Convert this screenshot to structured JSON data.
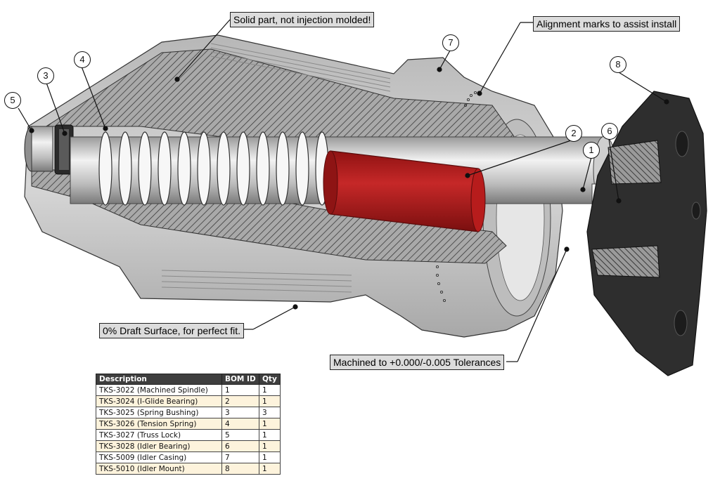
{
  "callouts": {
    "solid_part": "Solid part, not injection molded!",
    "alignment": "Alignment marks to assist install",
    "draft": "0% Draft Surface, for perfect fit.",
    "machined": "Machined to +0.000/-0.005 Tolerances"
  },
  "balloons": [
    "1",
    "2",
    "3",
    "4",
    "5",
    "6",
    "7",
    "8"
  ],
  "bom": {
    "headers": [
      "Description",
      "BOM ID",
      "Qty"
    ],
    "rows": [
      [
        "TKS-3022 (Machined Spindle)",
        "1",
        "1"
      ],
      [
        "TKS-3024 (I-Glide Bearing)",
        "2",
        "1"
      ],
      [
        "TKS-3025 (Spring Bushing)",
        "3",
        "3"
      ],
      [
        "TKS-3026 (Tension Spring)",
        "4",
        "1"
      ],
      [
        "TKS-3027 (Truss Lock)",
        "5",
        "1"
      ],
      [
        "TKS-3028 (Idler Bearing)",
        "6",
        "1"
      ],
      [
        "TKS-5009 (Idler Casing)",
        "7",
        "1"
      ],
      [
        "TKS-5010 (Idler Mount)",
        "8",
        "1"
      ]
    ]
  },
  "colors": {
    "bearing": "#b71c1c",
    "casing": "#c4c4c4",
    "mount": "#2e2e2e",
    "spindle": "#d2d2d2"
  }
}
